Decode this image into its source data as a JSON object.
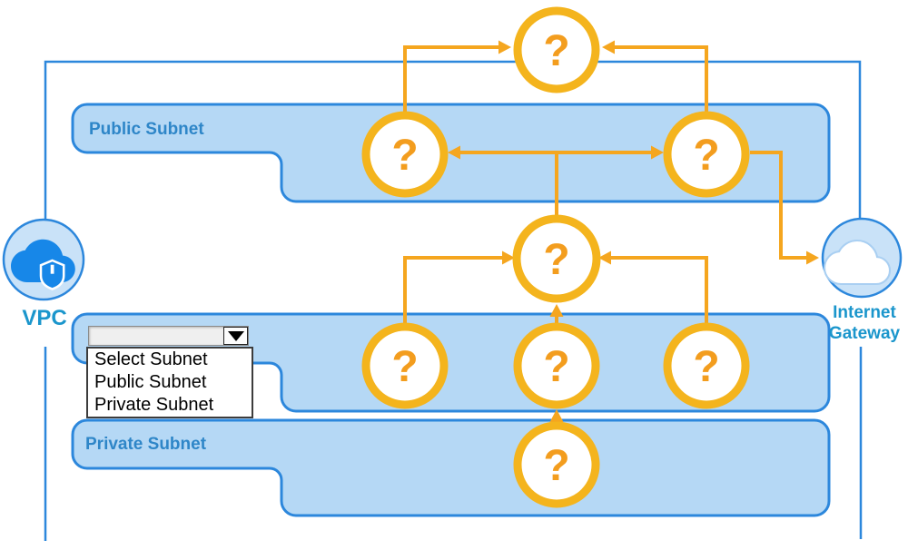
{
  "diagram": {
    "vpc_label": "VPC",
    "internet_gateway_label": [
      "Internet",
      "Gateway"
    ],
    "public_subnet_label": "Public Subnet",
    "private_subnet_label": "Private Subnet",
    "unknown_node_mark": "?",
    "unknown_node_count": 8
  },
  "dropdown": {
    "selected_value": "",
    "options": [
      "Select Subnet",
      "Public Subnet",
      "Private Subnet"
    ]
  },
  "colors": {
    "subnet_band_fill": "#B5D8F5",
    "subnet_band_border": "#2C87DC",
    "connector_orange": "#F5A61F",
    "node_ring_gold": "#F4B41D",
    "question_mark_orange": "#F39D1E",
    "icon_cloud_blue": "#1787E8",
    "icon_circle_fill": "#C9E2F8",
    "vpc_ig_label_teal": "#1B96CC",
    "subnet_label_blue": "#2E86C8"
  }
}
